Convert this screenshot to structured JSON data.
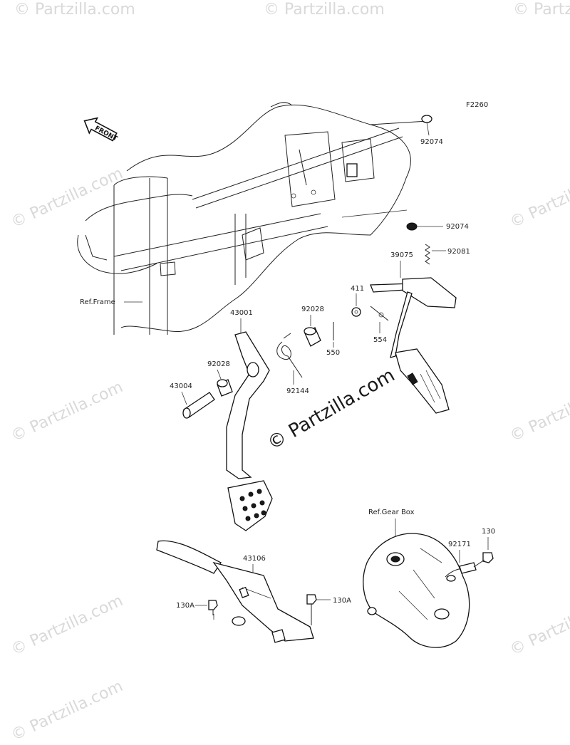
{
  "figure_code": "F2260",
  "front_label": "FRONT",
  "watermark_text": "© Partzilla.com",
  "center_watermark": "© Partzilla.com",
  "ref_labels": {
    "frame": "Ref.Frame",
    "gear_box": "Ref.Gear Box"
  },
  "callouts": {
    "c92074a": "92074",
    "c92074b": "92074",
    "c92081": "92081",
    "c39075": "39075",
    "c411": "411",
    "c554": "554",
    "c92028a": "92028",
    "c550": "550",
    "c43001": "43001",
    "c92028b": "92028",
    "c43004": "43004",
    "c92144": "92144",
    "c43106": "43106",
    "c130A_left": "130A",
    "c130A_right": "130A",
    "c92171": "92171",
    "c130": "130"
  },
  "colors": {
    "line": "#222222",
    "watermark": "#d9d9d9"
  }
}
